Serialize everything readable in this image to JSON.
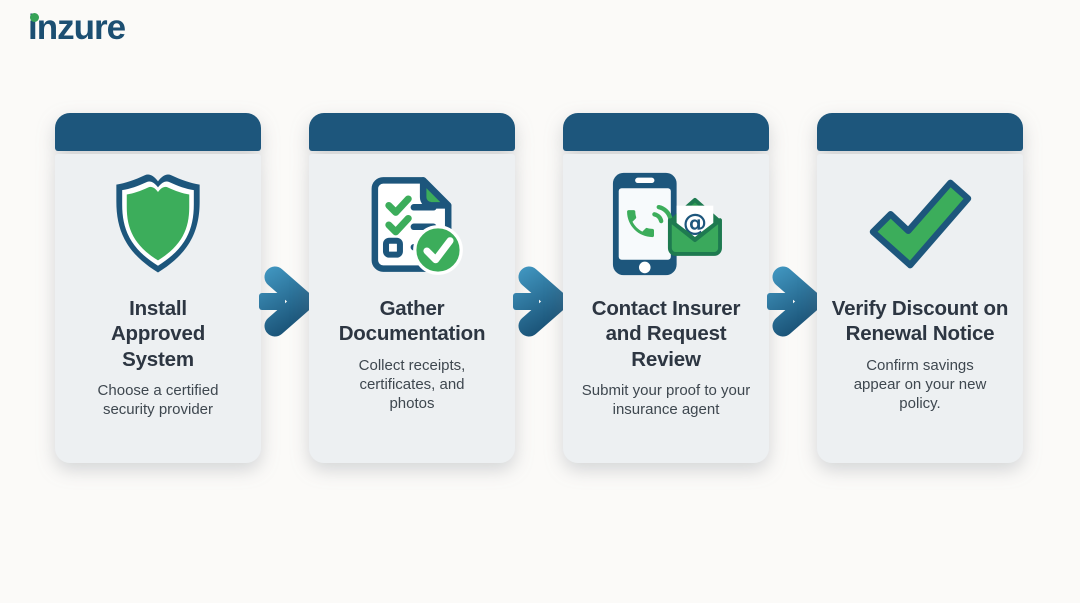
{
  "brand": {
    "name": "inzure",
    "logo_text_color": "#1c4f72",
    "logo_dot_color": "#36a257"
  },
  "palette": {
    "background": "#fbfaf8",
    "navy": "#1d567c",
    "green": "#3cad5b",
    "card_body": "#edf0f2",
    "title_text": "#2d3642",
    "description_text": "#3e474f",
    "arrow_gradient_start": "#3f93bd",
    "arrow_gradient_end": "#14486b"
  },
  "steps": [
    {
      "icon": "shield-check-icon",
      "title": "Install Approved System",
      "description": "Choose a certified security provider"
    },
    {
      "icon": "document-checklist-icon",
      "title": "Gather Documentation",
      "description": "Collect receipts, certificates, and photos"
    },
    {
      "icon": "phone-email-icon",
      "title": "Contact Insurer and Request Review",
      "description": "Submit your proof to your insurance agent",
      "email_at_symbol": "@"
    },
    {
      "icon": "checkmark-icon",
      "title": "Verify Discount on Renewal Notice",
      "description": "Confirm savings appear on your new policy."
    }
  ]
}
